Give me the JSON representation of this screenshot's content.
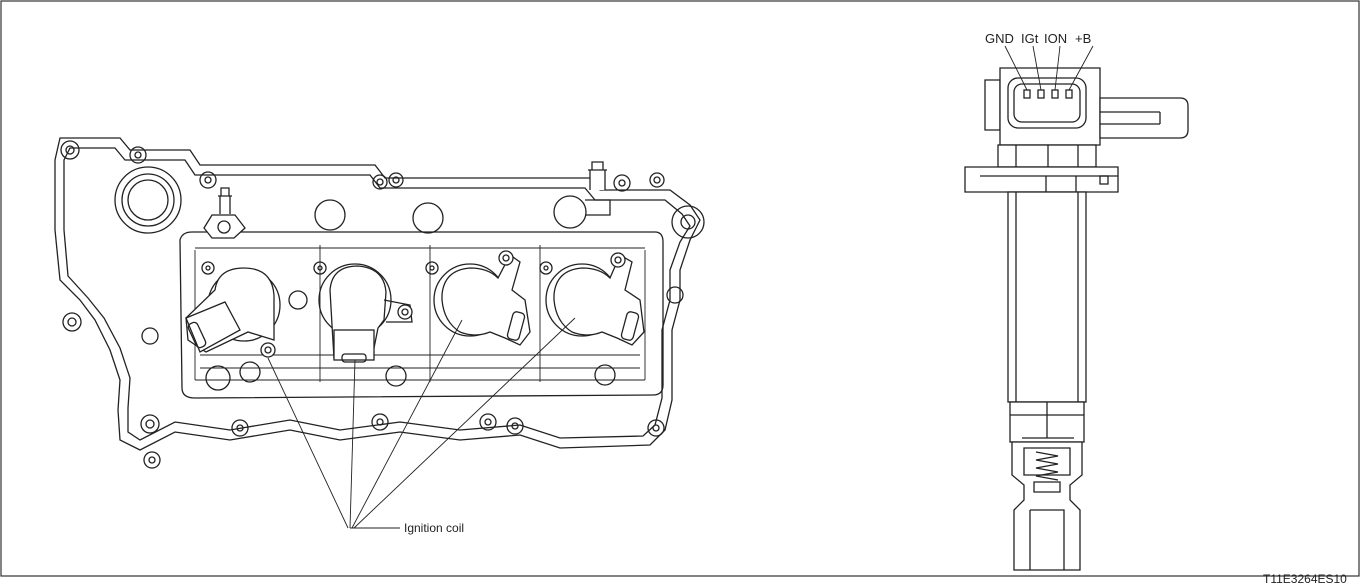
{
  "callouts": {
    "ignition_coil": "Ignition coil"
  },
  "terminals": {
    "gnd": "GND",
    "igt": "IGt",
    "ion": "ION",
    "plus_b": "+B"
  },
  "figure_code": "T11E3264ES10"
}
